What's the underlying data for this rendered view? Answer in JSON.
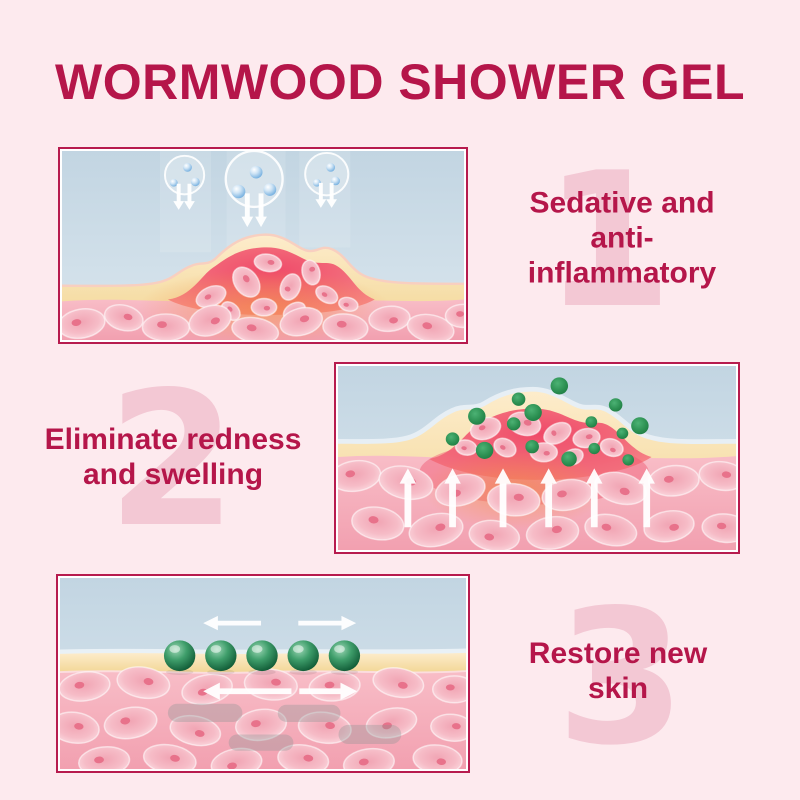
{
  "header": {
    "title": "WORMWOOD SHOWER GEL"
  },
  "steps": [
    {
      "number": "1",
      "label": "Sedative and\nanti-inflammatory",
      "illustration": "inflamed skin bump soothed by cleansing bubbles"
    },
    {
      "number": "2",
      "label": "Eliminate redness\nand swelling",
      "illustration": "herbal particles absorbing into swollen skin"
    },
    {
      "number": "3",
      "label": "Restore new skin",
      "illustration": "smooth healed skin with herbal spheres spreading"
    }
  ],
  "colors": {
    "background": "#fdeaee",
    "accent_text": "#b5164a",
    "panel_border": "#b71b4e",
    "step_number": "#f3c8d4",
    "sky_blue": "#c2d5e2",
    "epidermis_cream": "#f2d591",
    "inflamed_red": "#ef4a69",
    "dermis_pink": "#f3a2b1",
    "herbal_green": "#2d9153"
  },
  "icons": {
    "step1": [
      "soothing-bubble-icon",
      "water-droplet-icon",
      "down-arrow-icon",
      "skin-cell-icon"
    ],
    "step2": [
      "herbal-particle-icon",
      "up-arrow-icon",
      "skin-cell-icon"
    ],
    "step3": [
      "herbal-sphere-icon",
      "left-arrow-icon",
      "right-arrow-icon",
      "renewal-capsule-icon",
      "skin-cell-icon"
    ]
  }
}
